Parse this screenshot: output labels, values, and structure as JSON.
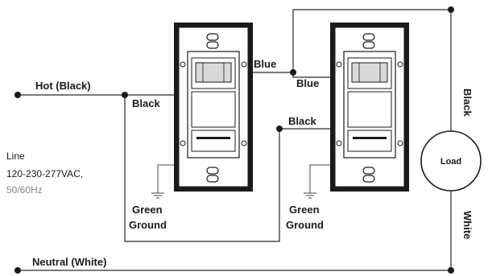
{
  "labels": {
    "hot": "Hot (Black)",
    "neutral": "Neutral (White)",
    "black_left": "Black",
    "blue_top": "Blue",
    "blue_right": "Blue",
    "black_right": "Black",
    "line_title": "Line",
    "line_voltage": "120-230-277VAC,",
    "line_freq": "50/60Hz",
    "ground_left_1": "Green",
    "ground_left_2": "Ground",
    "ground_right_1": "Green",
    "ground_right_2": "Ground",
    "load": "Load",
    "load_black": "Black",
    "load_white": "White"
  },
  "colors": {
    "wire": "#2a2a2a",
    "device_face": "#ffffff",
    "frame": "#1a1a1a",
    "note_gray": "#8a8a8a"
  },
  "icons": {
    "ground": "ground-symbol-icon",
    "switch": "occupancy-sensor-switch-icon",
    "load": "load-circle-icon"
  }
}
